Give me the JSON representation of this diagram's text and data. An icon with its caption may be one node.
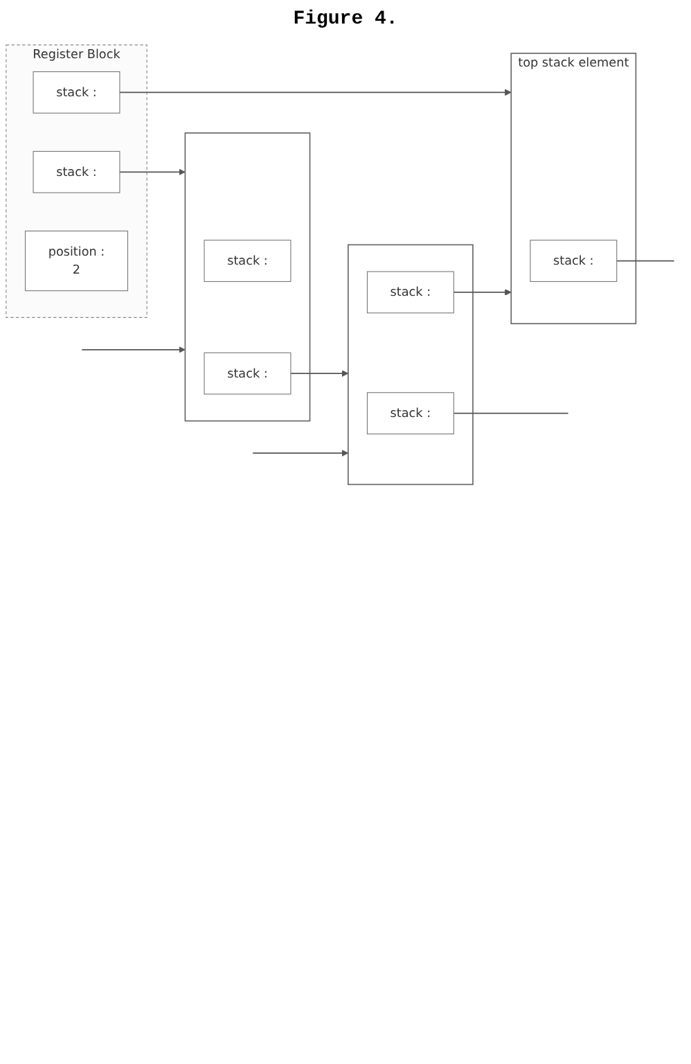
{
  "diagram": {
    "title": "Figure 4.",
    "nodes": [
      {
        "text": [
          "Register Block"
        ]
      },
      {
        "text": [
          "stack :"
        ],
        "in": 0
      },
      {
        "text": [
          "stack :"
        ],
        "in": 0
      },
      {
        "text": [
          "position :",
          "2"
        ],
        "in": 0
      },
      {
        "text": [],
        "shape": "box"
      },
      {
        "text": [
          "stack :"
        ],
        "in": 4
      },
      {
        "text": [
          "stack :"
        ],
        "in": 4
      },
      {
        "text": [],
        "shape": "box"
      },
      {
        "text": [
          "stack :"
        ],
        "in": 7
      },
      {
        "text": [
          "stack :"
        ],
        "in": 7
      },
      {
        "text": [],
        "shape": "box",
        "beside": [
          "top stack element"
        ]
      },
      {
        "text": [
          "stack :"
        ],
        "in": 10
      }
    ],
    "edges": [
      {
        "from": 1,
        "to": 4,
        "arrow": "to"
      },
      {
        "from": 2,
        "to": 10,
        "arrow": "to"
      },
      {
        "from": null,
        "to": 4,
        "arrow": "to"
      },
      {
        "from": 6,
        "to": 7,
        "arrow": "to"
      },
      {
        "from": null,
        "to": 7,
        "arrow": "to"
      },
      {
        "from": 8,
        "to": null,
        "arrow": "none"
      },
      {
        "from": 9,
        "to": 10,
        "arrow": "to"
      },
      {
        "from": 11,
        "to": null,
        "arrow": "none"
      }
    ]
  }
}
